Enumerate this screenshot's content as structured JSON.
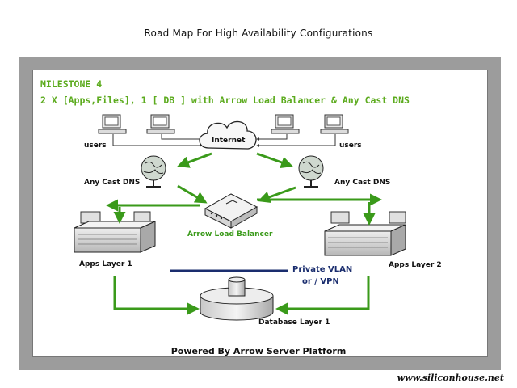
{
  "title": "Road Map For High Availability Configurations",
  "milestone": {
    "heading": "MILESTONE 4",
    "subtitle": "2 X [Apps,Files], 1 [ DB ] with Arrow Load Balancer & Any Cast DNS"
  },
  "nodes": {
    "users_left": "users",
    "users_right": "users",
    "internet": "Internet",
    "dns_left": "Any Cast DNS",
    "dns_right": "Any Cast DNS",
    "load_balancer": "Arrow Load Balancer",
    "apps_left": "Apps Layer 1",
    "apps_right": "Apps Layer 2",
    "database": "Database Layer 1"
  },
  "vlan": {
    "line1": "Private VLAN",
    "line2": "or / VPN"
  },
  "footer": "Powered By Arrow Server Platform",
  "website": "www.siliconhouse.net",
  "colors": {
    "arrow": "#3a9a1a",
    "milestone": "#5cab1e",
    "vlan": "#1a2d6e",
    "frame": "#9c9c9c"
  }
}
